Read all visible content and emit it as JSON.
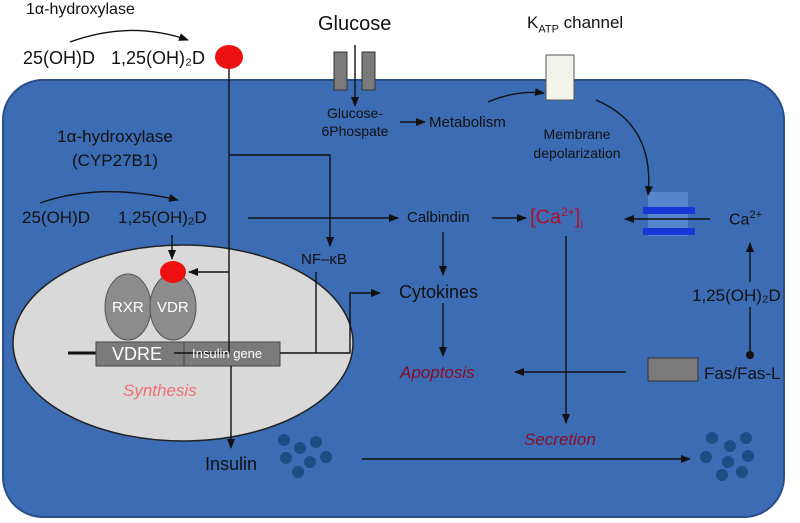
{
  "colors": {
    "cell_fill": "#3b6cb4",
    "cell_stroke": "#2a4f88",
    "nucleus_fill": "#d9d9d9",
    "receptor_fill": "#8c8c8c",
    "red_marker": "#ee1111",
    "ca_text": "#b0102a",
    "apoptosis_text": "#8b0d24",
    "synthesis_text": "#ee6e73",
    "insulin_granule": "#1c4e84",
    "channel_blue": "#1538d8"
  },
  "top": {
    "hydroxylase_outer": "1α-hydroxylase",
    "precursor_outer": "25(OH)D",
    "active_outer": "1,25(OH)₂D",
    "glucose": "Glucose",
    "katp": "K",
    "katp_sub": "ATP",
    "katp_rest": " channel"
  },
  "cell": {
    "glucose6p_line1": "Glucose-",
    "glucose6p_line2": "6Phospate",
    "metabolism": "Metabolism",
    "membrane_line1": "Membrane",
    "membrane_line2": "depolarization",
    "hydroxylase_inner_line1": "1α-hydroxylase",
    "hydroxylase_inner_line2": "(CYP27B1)",
    "precursor_inner": "25(OH)D",
    "active_inner": "1,25(OH)₂D",
    "calbindin": "Calbindin",
    "ca_i": "[Ca",
    "ca_i_sup": "2+",
    "ca_i_close": "]",
    "ca_i_sub": "i",
    "nfkb": "NF–κB",
    "cytokines": "Cytokines",
    "apoptosis": "Apoptosis",
    "secretion": "Secretion",
    "insulin": "Insulin"
  },
  "nucleus": {
    "rxr": "RXR",
    "vdr": "VDR",
    "vdre": "VDRE",
    "insulin_gene": "Insulin gene",
    "synthesis": "Synthesis"
  },
  "outside": {
    "ca_ext": "Ca",
    "ca_ext_sup": "2+",
    "active_right": "1,25(OH)₂D",
    "fas": "Fas/Fas-L"
  }
}
